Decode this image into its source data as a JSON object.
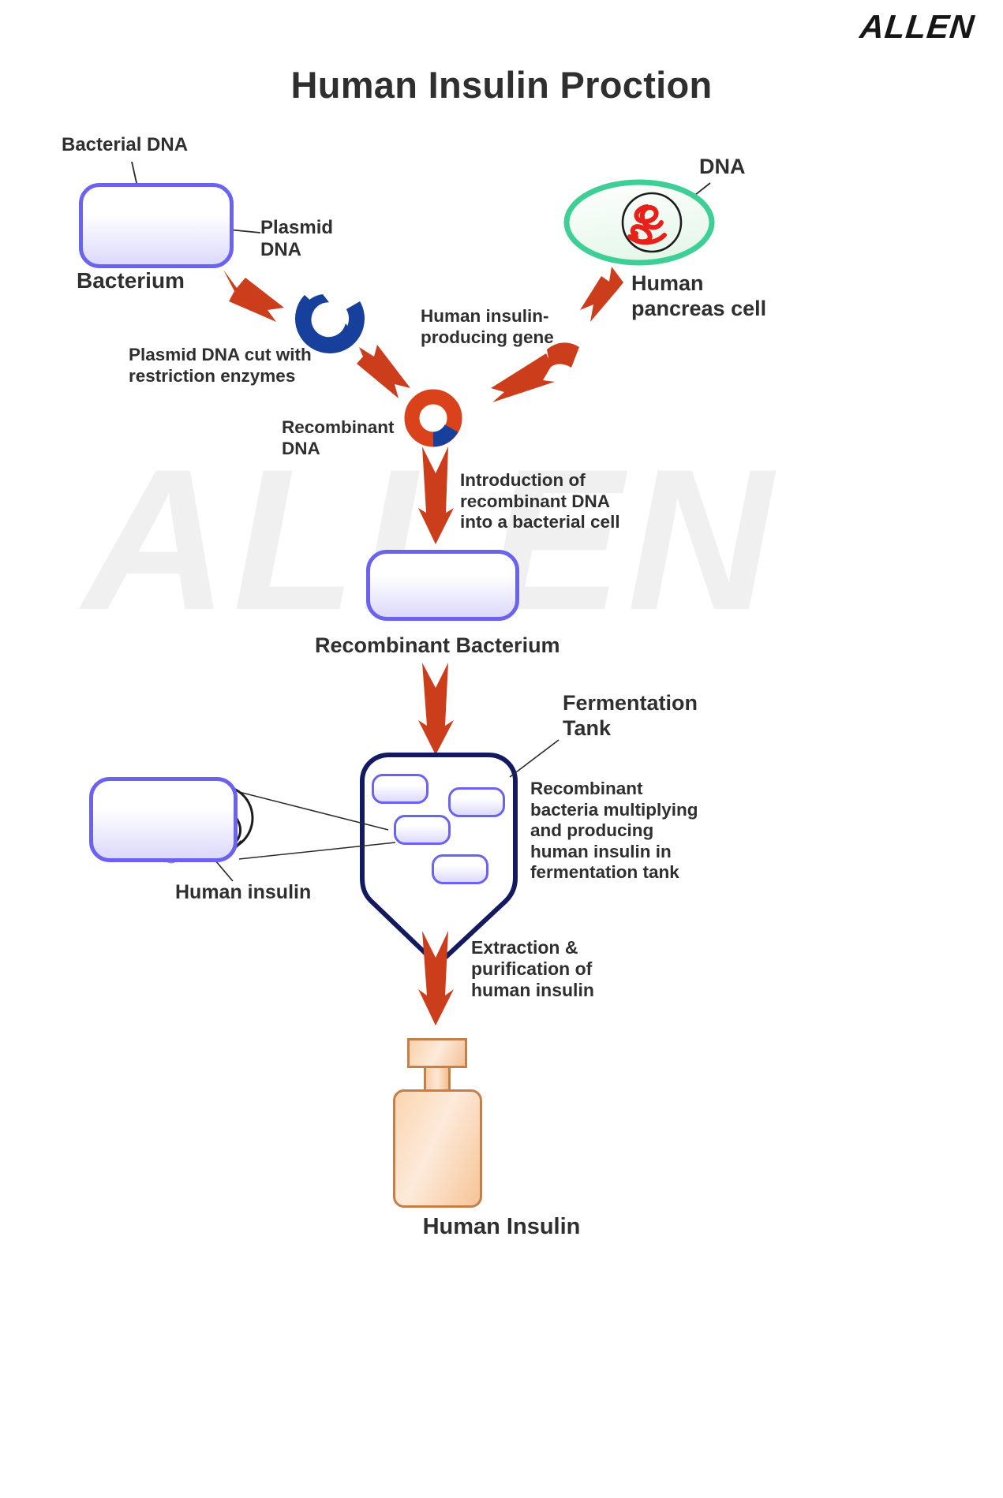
{
  "brand": {
    "name": "ALLEN",
    "watermark": "ALLEN"
  },
  "title": "Human Insulin Proction",
  "labels": {
    "bacterial_dna": "Bacterial DNA",
    "plasmid_dna": "Plasmid\nDNA",
    "bacterium": "Bacterium",
    "dna": "DNA",
    "human_pancreas_cell": "Human\npancreas cell",
    "plasmid_cut": "Plasmid DNA cut with\nrestriction enzymes",
    "insulin_gene": "Human insulin-\nproducing gene",
    "recombinant_dna": "Recombinant\nDNA",
    "introduction": "Introduction of\nrecombinant DNA\ninto a bacterial cell",
    "recombinant_bacterium": "Recombinant Bacterium",
    "fermentation_tank": "Fermentation\nTank",
    "multiplying": "Recombinant\nbacteria multiplying\nand producing\nhuman insulin in\nfermentation tank",
    "human_insulin_droplet": "Human insulin",
    "extraction": "Extraction &\npurification of\nhuman insulin",
    "human_insulin_product": "Human Insulin"
  },
  "colors": {
    "plasmid_blue": "#16409b",
    "recombinant_red": "#d9421a",
    "arrow_red": "#cc3d1b",
    "cell_membrane_green": "#3ecf96",
    "dna_red": "#e8201a",
    "bacterium_border": "#6b63f0",
    "tank_border": "#141a60",
    "insulin_dot": "#f5a617",
    "bottle_border": "#c4804a",
    "text": "#2f2f2f"
  },
  "diagram": {
    "type": "process-flow",
    "steps": [
      "Bacterium with bacterial DNA and plasmid DNA",
      "Human pancreas cell with DNA",
      "Plasmid DNA cut with restriction enzymes",
      "Human insulin-producing gene isolated",
      "Recombinant DNA formed",
      "Introduction of recombinant DNA into a bacterial cell",
      "Recombinant Bacterium",
      "Recombinant bacteria multiplying and producing human insulin in fermentation tank",
      "Extraction & purification of human insulin",
      "Human Insulin"
    ],
    "fermentation_tank_bacteria_count": 4,
    "insulin_droplet_count": 4
  }
}
